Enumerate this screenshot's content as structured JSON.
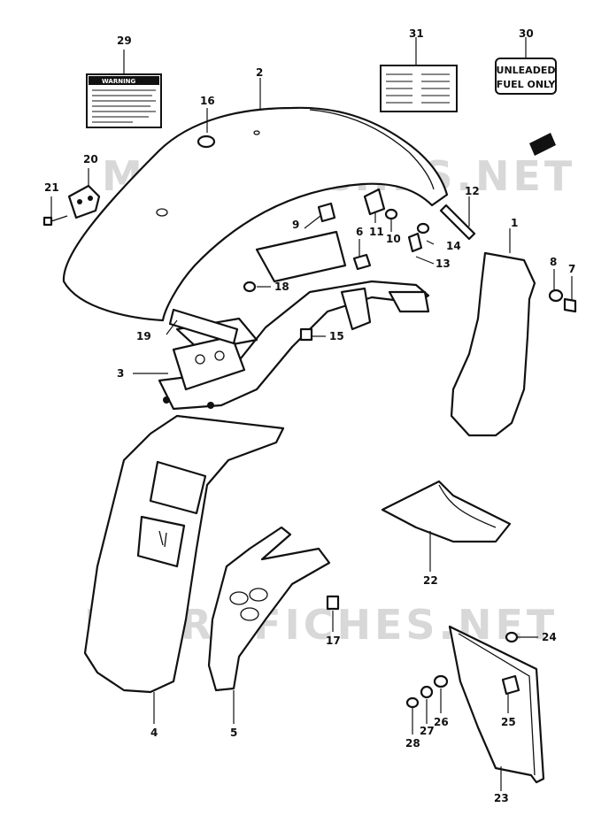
{
  "watermarks": [
    "MICROFICHES.NET",
    "MICROFICHES.NET"
  ],
  "callouts": [
    "1",
    "2",
    "3",
    "4",
    "5",
    "6",
    "7",
    "8",
    "9",
    "10",
    "11",
    "12",
    "13",
    "14",
    "15",
    "16",
    "17",
    "18",
    "19",
    "20",
    "21",
    "22",
    "23",
    "24",
    "25",
    "26",
    "27",
    "28",
    "29",
    "30",
    "31"
  ],
  "labels": {
    "unleaded_line1": "UNLEADED",
    "unleaded_line2": "FUEL ONLY",
    "warning_header": "WARNING"
  }
}
